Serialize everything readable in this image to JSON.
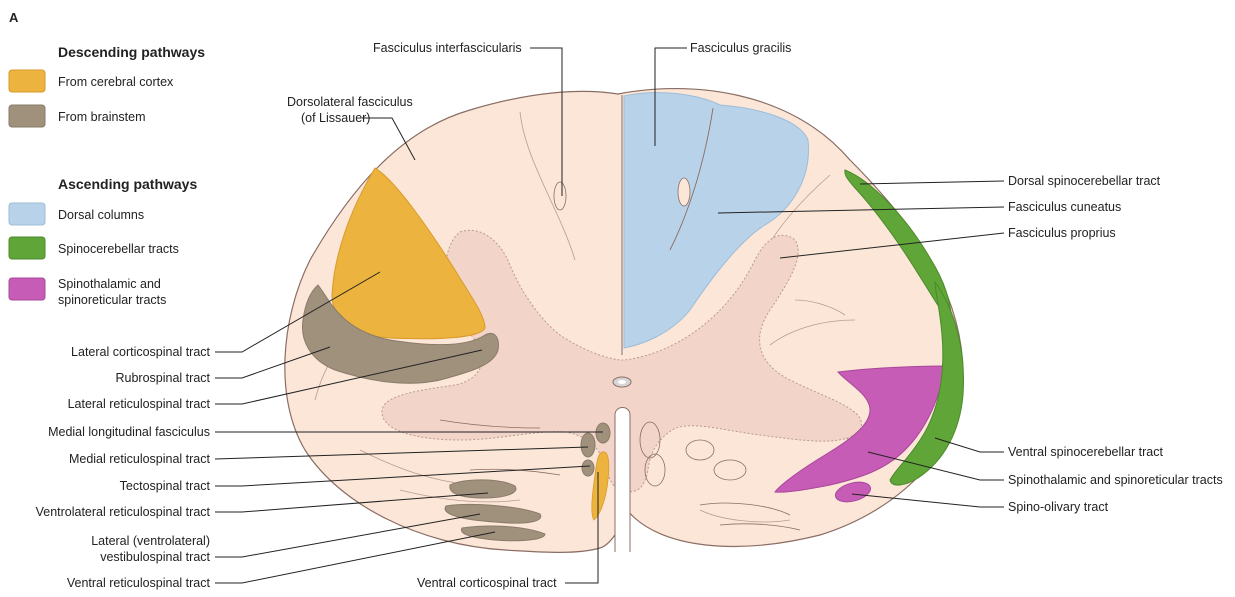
{
  "panel_letter": "A",
  "legend": {
    "descending": {
      "title": "Descending pathways",
      "items": [
        {
          "label": "From cerebral cortex",
          "color": "#ecb33e"
        },
        {
          "label": "From brainstem",
          "color": "#a0917d"
        }
      ]
    },
    "ascending": {
      "title": "Ascending pathways",
      "items": [
        {
          "label": "Dorsal columns",
          "color": "#b8d3e9"
        },
        {
          "label": "Spinocerebellar tracts",
          "color": "#5fa537"
        },
        {
          "label": "Spinothalamic and",
          "label2": "spinoreticular tracts",
          "color": "#c65cb6"
        }
      ]
    }
  },
  "colors": {
    "white_matter": "#fbe6d8",
    "grey_matter": "#f2d4c9",
    "outline": "#8a6d63"
  },
  "labels": {
    "fasciculus_interfascicularis": "Fasciculus interfascicularis",
    "fasciculus_gracilis": "Fasciculus gracilis",
    "dorsolateral_fasciculus_1": "Dorsolateral fasciculus",
    "dorsolateral_fasciculus_2": "(of Lissauer)",
    "dorsal_spinocerebellar": "Dorsal spinocerebellar tract",
    "fasciculus_cuneatus": "Fasciculus cuneatus",
    "fasciculus_proprius": "Fasciculus proprius",
    "lateral_corticospinal": "Lateral corticospinal tract",
    "rubrospinal": "Rubrospinal tract",
    "lateral_reticulospinal": "Lateral reticulospinal tract",
    "medial_longitudinal": "Medial longitudinal fasciculus",
    "medial_reticulospinal": "Medial reticulospinal tract",
    "tectospinal": "Tectospinal tract",
    "ventrolateral_reticulospinal": "Ventrolateral reticulospinal tract",
    "lateral_vestibulospinal_1": "Lateral (ventrolateral)",
    "lateral_vestibulospinal_2": "vestibulospinal tract",
    "ventral_reticulospinal": "Ventral reticulospinal tract",
    "ventral_corticospinal": "Ventral corticospinal tract",
    "ventral_spinocerebellar": "Ventral spinocerebellar tract",
    "spinothalamic_spinoreticular": "Spinothalamic and spinoreticular tracts",
    "spino_olivary": "Spino-olivary tract"
  }
}
